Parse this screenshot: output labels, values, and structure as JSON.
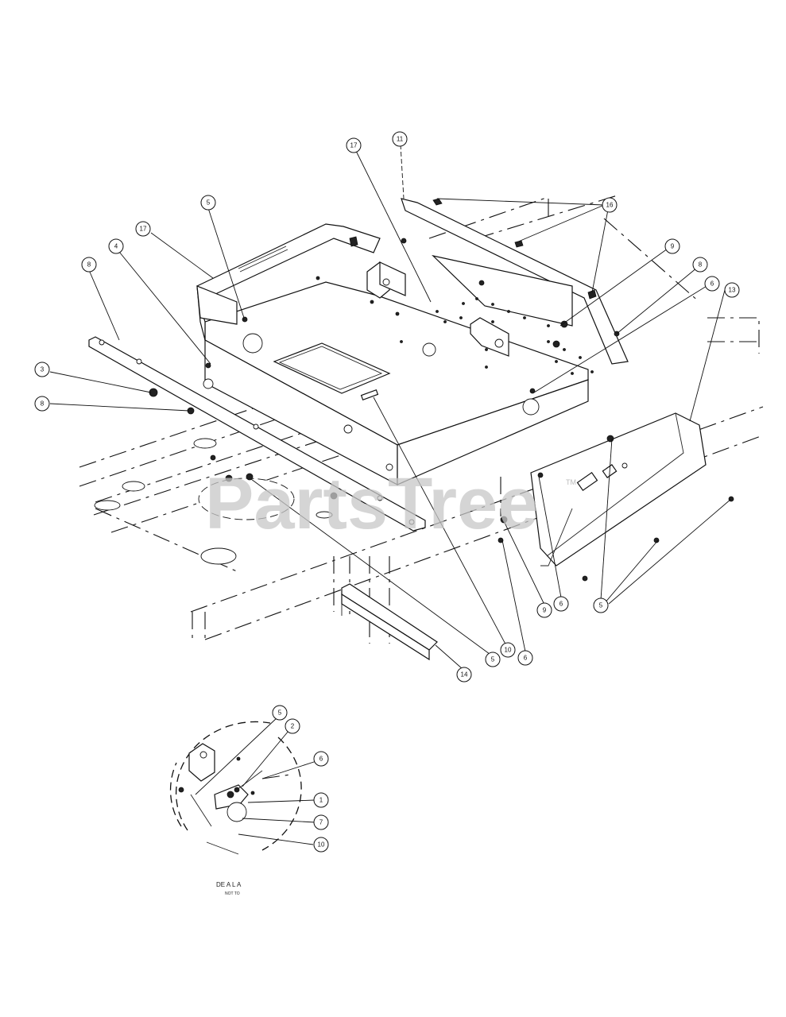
{
  "watermark": {
    "text": "PartsTree",
    "trademark": "TM"
  },
  "detail": {
    "label": "DE A L A",
    "sub": "NOT TO"
  },
  "callouts": [
    {
      "id": "c1",
      "label": "11"
    },
    {
      "id": "c2",
      "label": "17"
    },
    {
      "id": "c3",
      "label": "16"
    },
    {
      "id": "c4",
      "label": "5"
    },
    {
      "id": "c5",
      "label": "17"
    },
    {
      "id": "c6",
      "label": "4"
    },
    {
      "id": "c7",
      "label": "8"
    },
    {
      "id": "c8",
      "label": "9"
    },
    {
      "id": "c9",
      "label": "8"
    },
    {
      "id": "c10",
      "label": "6"
    },
    {
      "id": "c11",
      "label": "13"
    },
    {
      "id": "c12",
      "label": "3"
    },
    {
      "id": "c13",
      "label": "8"
    },
    {
      "id": "c14",
      "label": "5"
    },
    {
      "id": "c15",
      "label": "6"
    },
    {
      "id": "c16",
      "label": "9"
    },
    {
      "id": "c17",
      "label": "6"
    },
    {
      "id": "c18",
      "label": "10"
    },
    {
      "id": "c19",
      "label": "5"
    },
    {
      "id": "c20",
      "label": "14"
    },
    {
      "id": "c21",
      "label": "5"
    },
    {
      "id": "c22",
      "label": "2"
    },
    {
      "id": "c23",
      "label": "6"
    },
    {
      "id": "c24",
      "label": "1"
    },
    {
      "id": "c25",
      "label": "7"
    },
    {
      "id": "c26",
      "label": "10"
    }
  ]
}
